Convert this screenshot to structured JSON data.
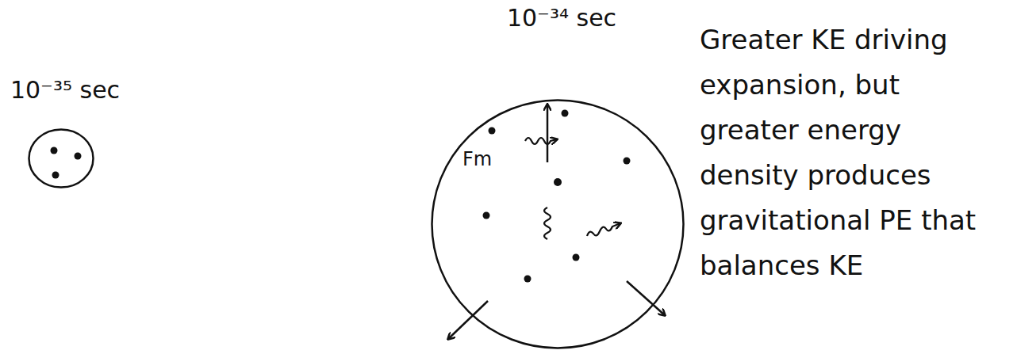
{
  "diagram": {
    "nodes": [
      {
        "text": [
          "10⁻³⁵ sec"
        ]
      },
      {
        "text": [
          "10⁻³⁴ sec",
          "Fm"
        ]
      }
    ],
    "labels": [
      "Greater KE driving expansion, but greater energy density produces gravitational PE that balances KE"
    ]
  }
}
